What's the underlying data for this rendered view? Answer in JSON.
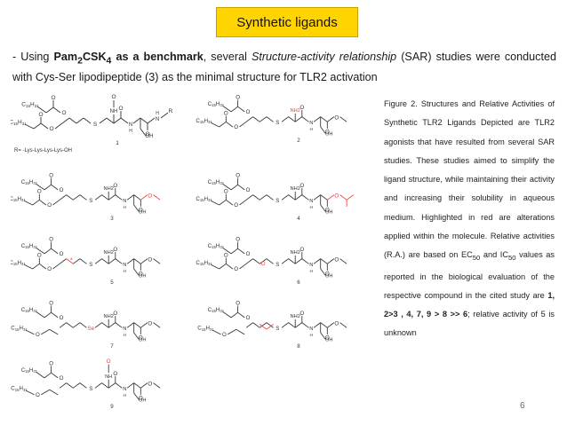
{
  "slide": {
    "title": "Synthetic ligands",
    "intro": {
      "p1": "- Using ",
      "p2": "Pam",
      "p3": "2",
      "p4": "CSK",
      "p5": "4",
      "p6": " as a benchmark",
      "p7": ", several ",
      "p8": "Structure-activity relationship",
      "p9": " (SAR) studies were conducted with Cys-Ser lipodipeptide (3) as the minimal structure for TLR2 activation"
    },
    "caption": {
      "c1": "Figure 2. Structures and Relative Activities of Synthetic TLR2 Ligands Depicted are TLR2 agonists that have resulted from several SAR studies. These studies aimed to simplify the ligand structure, while maintaining their activity and increasing their solubility in aqueous medium. Highlighted in red are alterations applied within the molecule. Relative activities (R.A.) are based on EC",
      "c2": "50",
      "c3": " and IC",
      "c4": "50",
      "c5": " values as reported in the biological evaluation of the respective compound in the cited study are ",
      "c6": "1, 2>3 , 4, 7, 9 > 8 >> 6",
      "c7": "; relative activity of 5 is unknown"
    },
    "page_number": "6",
    "accent_color": "#ffd400",
    "highlight_color": "#e8413c"
  },
  "structures": {
    "lipid_label": "C15H31",
    "r_definition": "R= -Lys-Lys-Lys-Lys-OH",
    "compound_numbers": [
      "1",
      "2",
      "3",
      "4",
      "5",
      "6",
      "7",
      "8",
      "9"
    ],
    "atoms": {
      "O": "O",
      "S": "S",
      "NH": "NH",
      "NH2": "NH2",
      "N": "N",
      "H": "H",
      "OH": "OH",
      "Se": "Se",
      "R": "R"
    }
  }
}
